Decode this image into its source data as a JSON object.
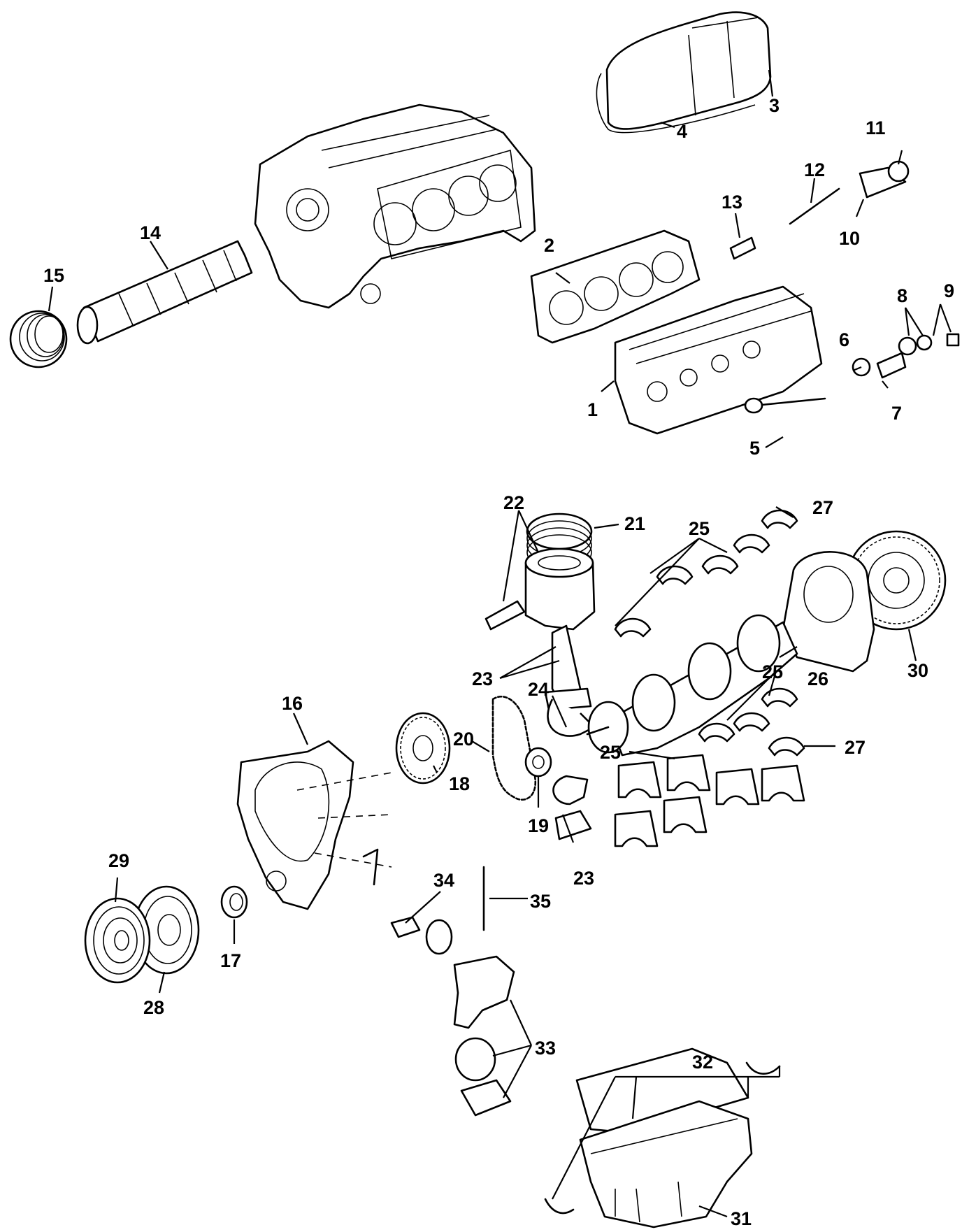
{
  "diagram": {
    "callouts": [
      {
        "id": "c1",
        "label": "1"
      },
      {
        "id": "c2",
        "label": "2"
      },
      {
        "id": "c3",
        "label": "3"
      },
      {
        "id": "c4",
        "label": "4"
      },
      {
        "id": "c5",
        "label": "5"
      },
      {
        "id": "c6",
        "label": "6"
      },
      {
        "id": "c7",
        "label": "7"
      },
      {
        "id": "c8",
        "label": "8"
      },
      {
        "id": "c9",
        "label": "9"
      },
      {
        "id": "c10",
        "label": "10"
      },
      {
        "id": "c11",
        "label": "11"
      },
      {
        "id": "c12",
        "label": "12"
      },
      {
        "id": "c13",
        "label": "13"
      },
      {
        "id": "c14",
        "label": "14"
      },
      {
        "id": "c15",
        "label": "15"
      },
      {
        "id": "c16",
        "label": "16"
      },
      {
        "id": "c17",
        "label": "17"
      },
      {
        "id": "c18",
        "label": "18"
      },
      {
        "id": "c19",
        "label": "19"
      },
      {
        "id": "c20",
        "label": "20"
      },
      {
        "id": "c21",
        "label": "21"
      },
      {
        "id": "c22",
        "label": "22"
      },
      {
        "id": "c23a",
        "label": "23"
      },
      {
        "id": "c23b",
        "label": "23"
      },
      {
        "id": "c24",
        "label": "24"
      },
      {
        "id": "c25a",
        "label": "25"
      },
      {
        "id": "c25b",
        "label": "25"
      },
      {
        "id": "c25c",
        "label": "25"
      },
      {
        "id": "c26",
        "label": "26"
      },
      {
        "id": "c27a",
        "label": "27"
      },
      {
        "id": "c27b",
        "label": "27"
      },
      {
        "id": "c28",
        "label": "28"
      },
      {
        "id": "c29",
        "label": "29"
      },
      {
        "id": "c30",
        "label": "30"
      },
      {
        "id": "c31",
        "label": "31"
      },
      {
        "id": "c32",
        "label": "32"
      },
      {
        "id": "c33",
        "label": "33"
      },
      {
        "id": "c34",
        "label": "34"
      },
      {
        "id": "c35",
        "label": "35"
      }
    ]
  }
}
